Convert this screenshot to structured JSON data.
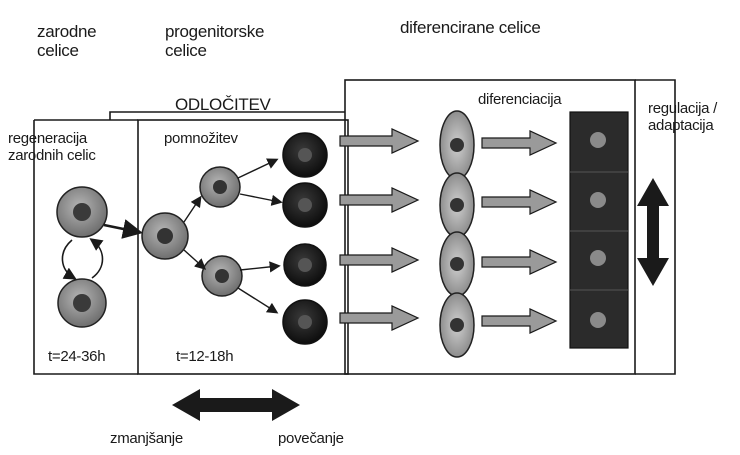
{
  "headers": {
    "stem_cells": [
      "zarodne",
      "celice"
    ],
    "progenitor_cells": [
      "progenitorske",
      "celice"
    ],
    "differentiated_cells": "diferencirane celice"
  },
  "decision_label": "ODLOČITEV",
  "stem_panel": {
    "title": [
      "regeneracija",
      "zarodnih celic"
    ],
    "time": "t=24-36h"
  },
  "progenitor_panel": {
    "title": "pomnožitev",
    "time": "t=12-18h"
  },
  "differentiation_label": "diferenciacija",
  "regulation_label": [
    "regulacija /",
    "adaptacija"
  ],
  "scale": {
    "left": "zmanjšanje",
    "right": "povečanje"
  },
  "colors": {
    "line": "#1a1a1a",
    "cell_light": "#8a8a8a",
    "cell_dark": "#1e1e1e",
    "cell_mid": "#555555",
    "nucleus": "#3a3a3a",
    "block": "#2b2b2b",
    "arrow_fill": "#9a9a9a"
  }
}
